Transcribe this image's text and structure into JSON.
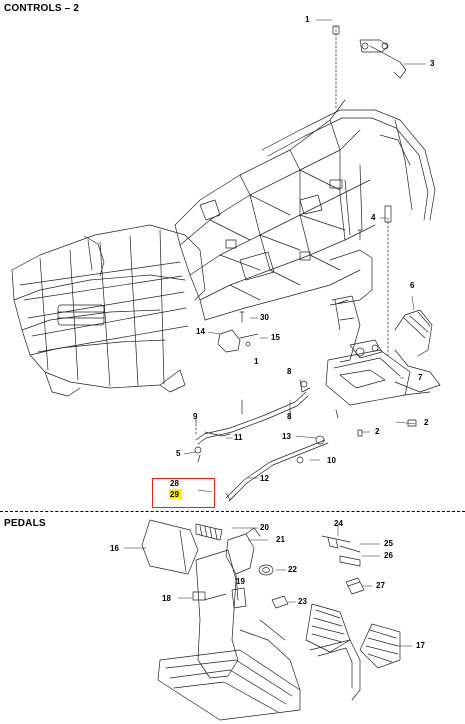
{
  "sections": {
    "controls_title": "CONTROLS – 2",
    "pedals_title": "PEDALS"
  },
  "highlight": {
    "label": "29",
    "box_color": "#e5241f",
    "marker_color": "#fff200"
  },
  "callouts": {
    "c1": "1",
    "c3": "3",
    "c4": "4",
    "c6": "6",
    "c30": "30",
    "c14": "14",
    "c15": "15",
    "c1b": "1",
    "c7": "7",
    "c8a": "8",
    "c9": "9",
    "c11": "11",
    "c8b": "8",
    "c5": "5",
    "c13": "13",
    "c2a": "2",
    "c2b": "2",
    "c10": "10",
    "c12": "12",
    "c28": "28",
    "c29": "29",
    "c16": "16",
    "c20": "20",
    "c21": "21",
    "c22": "22",
    "c19": "19",
    "c18": "18",
    "c23": "23",
    "c24": "24",
    "c25": "25",
    "c26": "26",
    "c27": "27",
    "c17": "17"
  }
}
